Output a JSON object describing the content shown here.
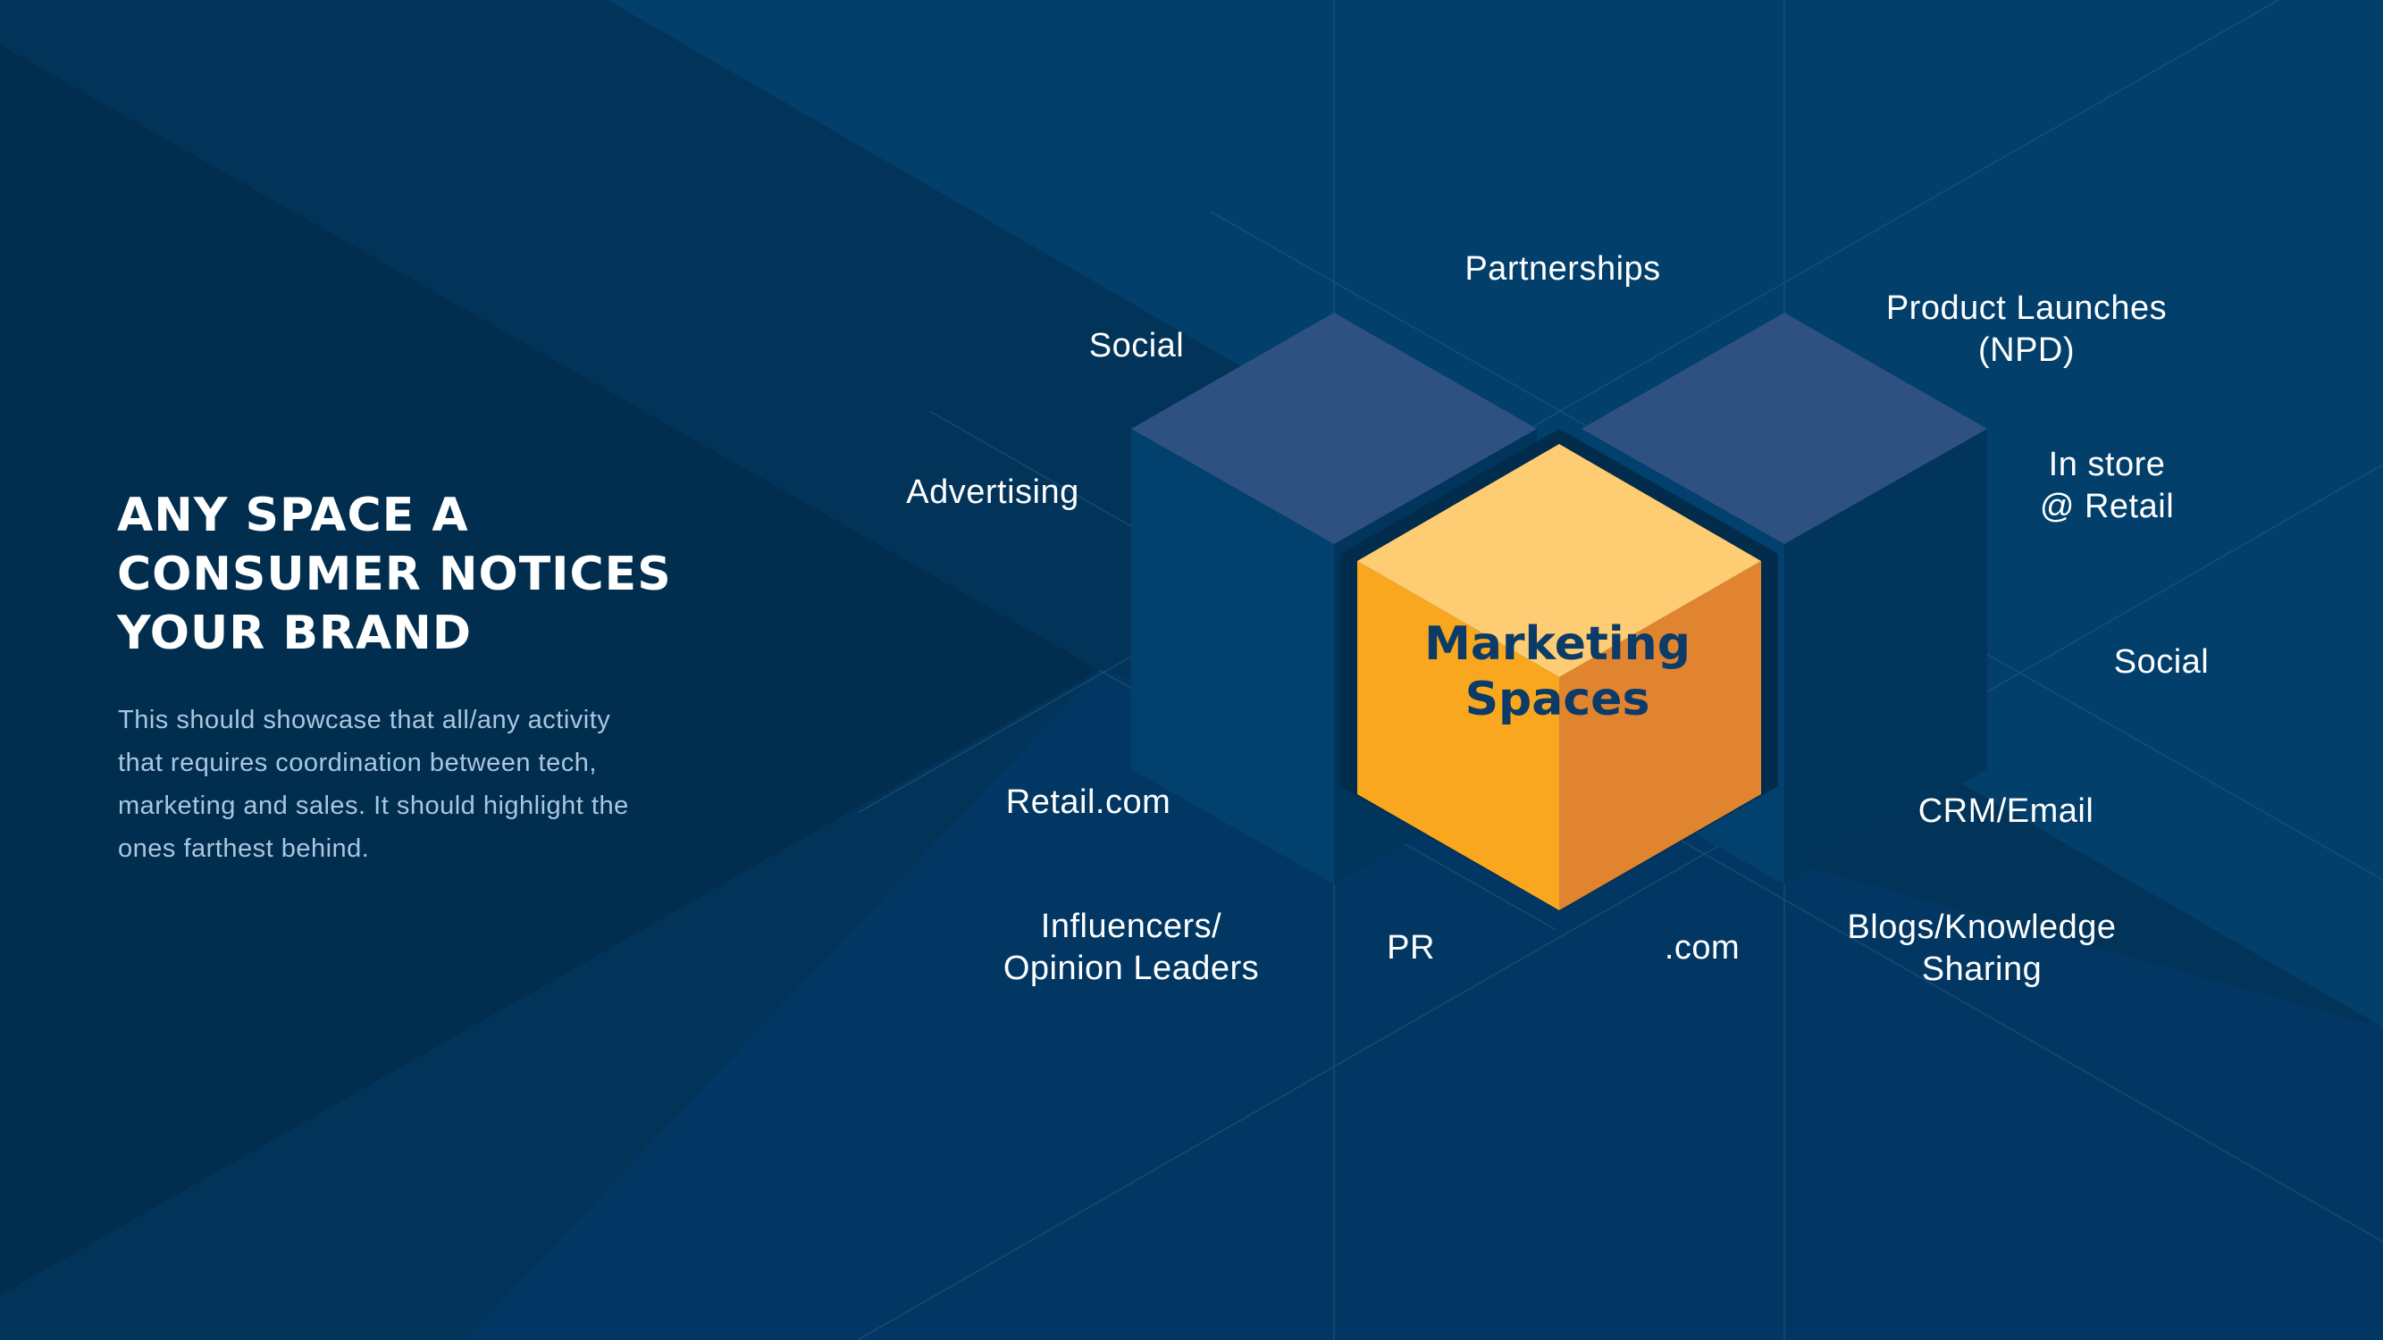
{
  "heading": {
    "line1": "ANY SPACE A",
    "line2": "CONSUMER NOTICES",
    "line3": "YOUR BRAND"
  },
  "description": {
    "line1": "This should showcase that all/any activity",
    "line2": "that requires coordination between tech,",
    "line3": "marketing and sales. It should highlight the",
    "line4": "ones farthest behind."
  },
  "center": {
    "line1": "Marketing",
    "line2": "Spaces"
  },
  "labels": {
    "partnerships": "Partnerships",
    "social_top": "Social",
    "product_launches_1": "Product Launches",
    "product_launches_2": "(NPD)",
    "advertising": "Advertising",
    "in_store_1": "In store",
    "in_store_2": "@ Retail",
    "social_right": "Social",
    "retail_com": "Retail.com",
    "crm_email": "CRM/Email",
    "influencers_1": "Influencers/",
    "influencers_2": "Opinion Leaders",
    "pr": "PR",
    "dot_com": ".com",
    "blogs_1": "Blogs/Knowledge",
    "blogs_2": "Sharing"
  },
  "colors": {
    "background": "#023459",
    "cube_top": "#fecc73",
    "cube_left": "#f9a71f",
    "cube_right": "#e08430",
    "back_cube_top": "#2e5182",
    "text": "#ffffff",
    "cube_label": "#0b3b66"
  }
}
